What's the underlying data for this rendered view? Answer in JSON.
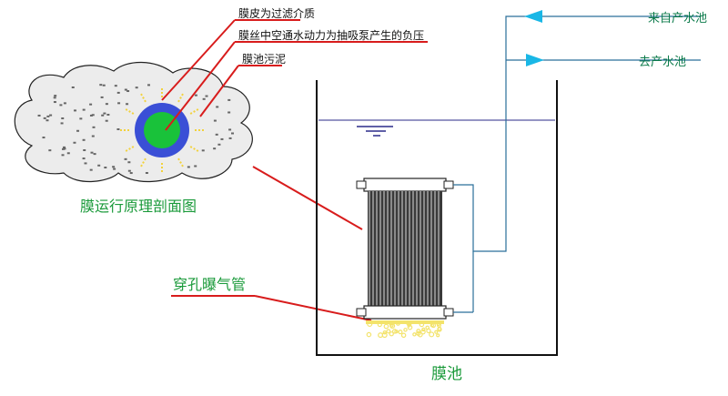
{
  "labels": {
    "membrane_skin": "膜皮为过滤介质",
    "fiber_negative_pressure": "膜丝中空通水动力为抽吸泵产生的负压",
    "tank_sewage": "膜池污泥",
    "cross_section_title": "膜运行原理剖面图",
    "aeration_pipe": "穿孔曝气管",
    "tank_name": "膜池",
    "inlet": "来自产水池",
    "outlet": "去产水池"
  },
  "colors": {
    "leader_red": "#d81c1c",
    "pipe_line": "#2a6f9a",
    "arrow_cyan": "#19b7e6",
    "membrane_outer": "#3a4fd6",
    "membrane_inner": "#19c23a",
    "water_line": "#2b2b8a",
    "bubbles": "#f3e36b",
    "rays": "#f2d23c"
  }
}
